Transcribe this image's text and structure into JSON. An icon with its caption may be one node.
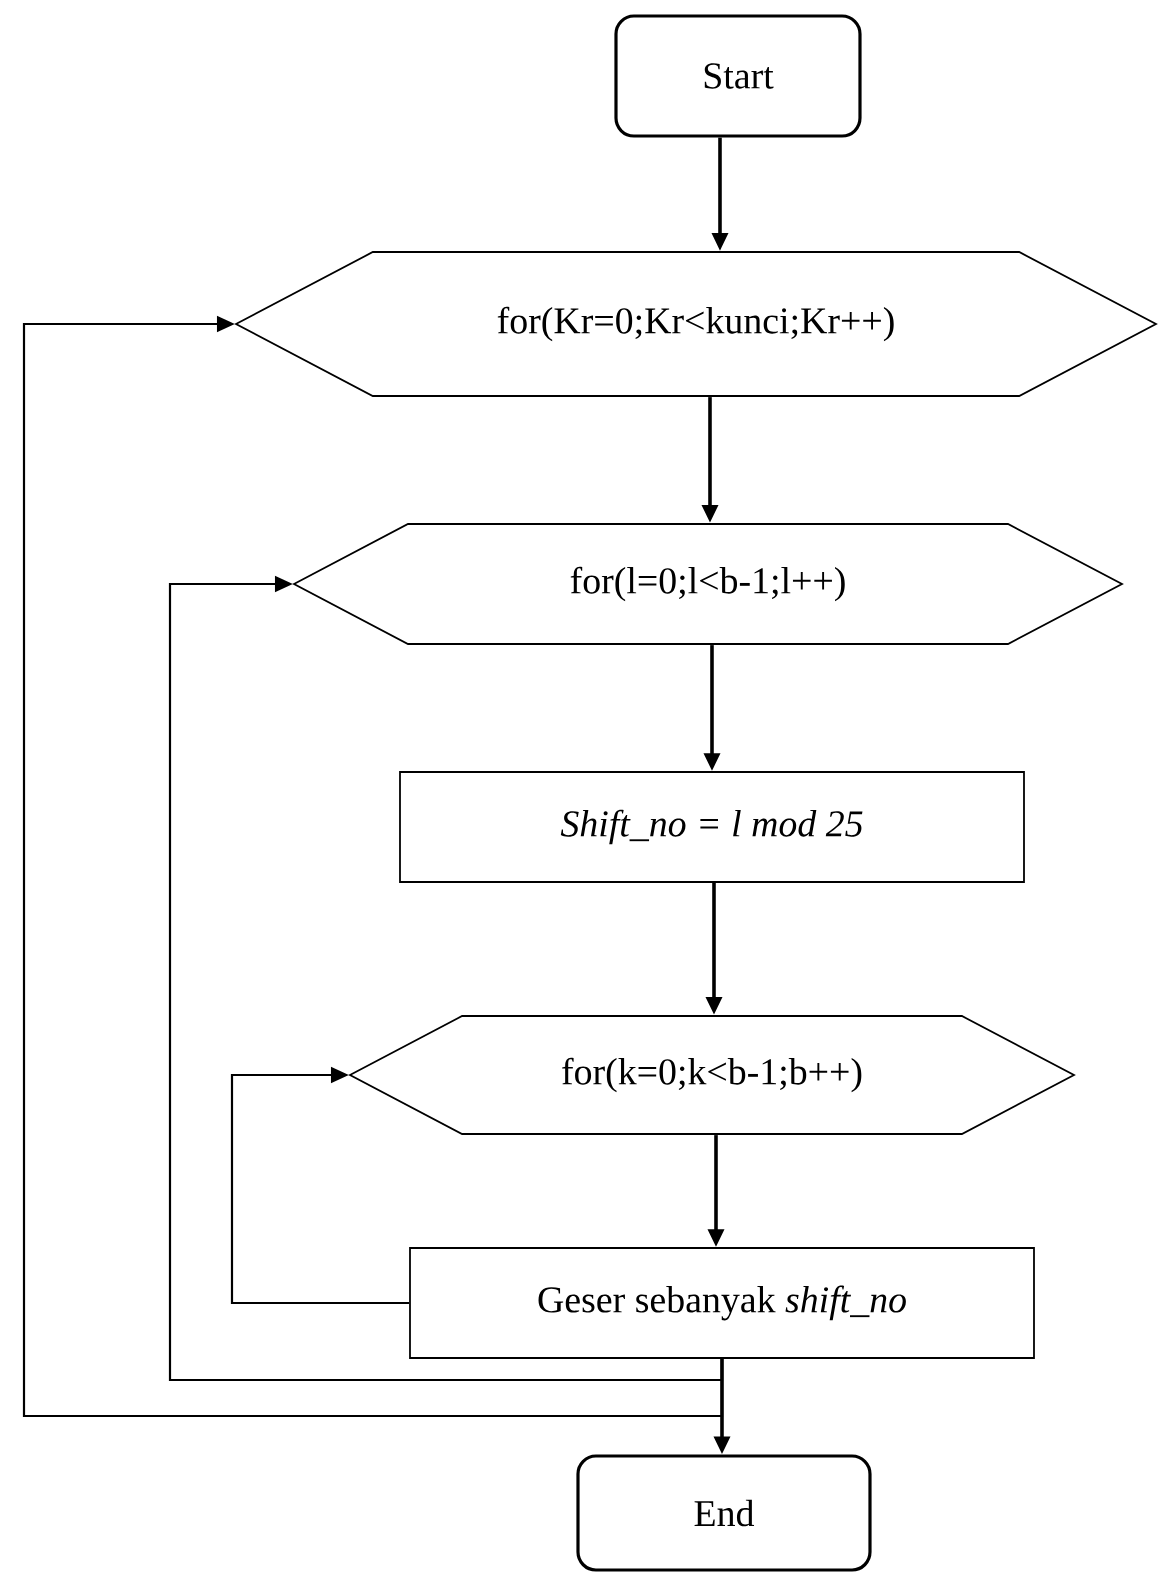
{
  "diagram": {
    "nodes": [
      {
        "text": [
          "Start"
        ]
      },
      {
        "text": [
          "for(Kr=0;Kr<kunci;Kr++)"
        ]
      },
      {
        "text": [
          "for(l=0;l<b-1;l++)"
        ]
      },
      {
        "text": [
          "Shift_no = l mod 25"
        ]
      },
      {
        "text": [
          "for(k=0;k<b-1;b++)"
        ]
      },
      {
        "text": [
          "Geser sebanyak *shift_no*"
        ]
      },
      {
        "text": [
          "End"
        ]
      }
    ],
    "edges": [
      {
        "from": 0,
        "to": 1,
        "arrow": "to"
      },
      {
        "from": 1,
        "to": 2,
        "arrow": "to"
      },
      {
        "from": 2,
        "to": 3,
        "arrow": "to"
      },
      {
        "from": 3,
        "to": 4,
        "arrow": "to"
      },
      {
        "from": 4,
        "to": 5,
        "arrow": "to"
      },
      {
        "from": 5,
        "to": 4,
        "arrow": "to"
      },
      {
        "from": 5,
        "to": 2,
        "arrow": "to"
      },
      {
        "from": 5,
        "to": 1,
        "arrow": "to"
      },
      {
        "from": 5,
        "to": 6,
        "arrow": "to"
      }
    ]
  }
}
